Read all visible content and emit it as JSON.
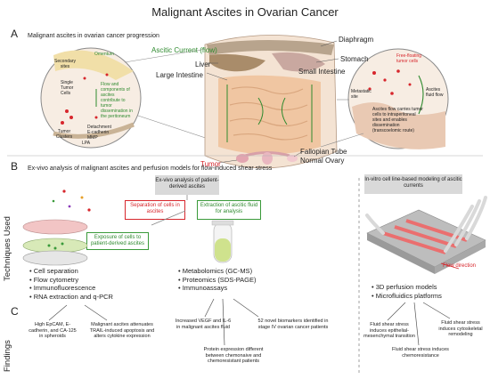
{
  "title": "Malignant Ascites in Ovarian Cancer",
  "sectionA": {
    "letter": "A",
    "header": "Malignant ascites in ovarian cancer progression",
    "ascitic_current": "Ascitic Current (flow)",
    "liver": "Liver",
    "large_intestine": "Large Intestine",
    "tumor": "Tumor",
    "diaphragm": "Diaphragm",
    "stomach": "Stomach",
    "small_intestine": "Small Intestine",
    "fallopian_tube": "Fallopian Tube",
    "normal_ovary": "Normal Ovary",
    "left_zoom": {
      "omentum": "Omentum",
      "secondary_sites": "Secondary sites",
      "single_tumor_cells": "Single Tumor Cells",
      "flow_text": "Flow and components of ascites contribute to tumor dissemination in the peritoneum",
      "tumor_clusters": "Tumor Clusters",
      "detachment": "Detachment",
      "e_cadherin": "E-cadherin",
      "mmp": "MMP",
      "lpa": "LPA"
    },
    "right_zoom": {
      "free_floating": "Free-floating tumor cells",
      "metastatic_site": "Metastatic site",
      "ascites_fluid_flow": "Ascites fluid flow",
      "carries_text": "Ascites flow carries tumor cells to intraperitoneal sites and enables dissemination (transcoelomic route)"
    }
  },
  "sectionB": {
    "letter": "B",
    "header": "Ex-vivo analysis of malignant ascites and perfusion models for flow-induced shear stress",
    "exvivo_box": "Ex-vivo analysis of patient-derived ascites",
    "separation_box": "Separation of cells in ascites",
    "extraction_box": "Extraction of ascitic fluid for analysis",
    "exposure_box": "Exposure of cells to patient-derived ascites",
    "invitro_box": "In-vitro cell line-based modeling of ascitic currents",
    "flow_direction": "Flow direction",
    "side_label": "Techniques Used",
    "col1_bullets": [
      "Cell separation",
      "Flow cytometry",
      "Immunofluorescence",
      "RNA extraction and q-PCR"
    ],
    "col2_bullets": [
      "Metabolomics (GC-MS)",
      "Proteomics (SDS-PAGE)",
      "Immunoassays"
    ],
    "col3_bullets": [
      "3D perfusion models",
      "Microfluidics platforms"
    ]
  },
  "sectionC": {
    "letter": "C",
    "side_label": "Findings",
    "col1": [
      "High EpCAM, E-cadherin, and CA-125 in spheroids",
      "Malignant ascites attenuates TRAIL-induced apoptosis and alters cytokine expression"
    ],
    "col2": [
      "Increased VEGF and IL-6 in malignant ascites fluid",
      "Protein expression different between chemonaive and chemoresistant patients",
      "52 novel biomarkers identified in stage IV ovarian cancer patients"
    ],
    "col3": [
      "Fluid shear stress induces epithelial-mesenchymal transition",
      "Fluid shear stress induces chemoresistance",
      "Fluid shear stress induces cytoskeletal remodeling"
    ]
  },
  "colors": {
    "green": "#2f8a2f",
    "red": "#d7262c",
    "panel_grey": "#e4e4e4",
    "organ_brown": "#a98c6a",
    "intestine": "#f0c6a2"
  }
}
